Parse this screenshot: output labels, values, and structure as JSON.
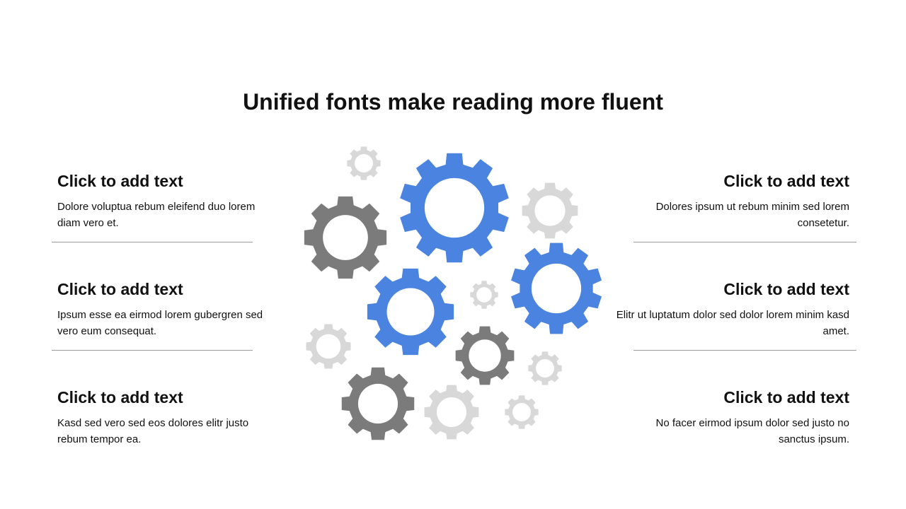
{
  "slide": {
    "title": "Unified fonts make reading more fluent"
  },
  "colors": {
    "accent_blue": "#4A84E0",
    "dark_gray": "#7B7B7B",
    "light_gray": "#D8D8D8"
  },
  "left_blocks": [
    {
      "heading": "Click to add text",
      "body": "Dolore voluptua rebum eleifend duo lorem diam vero et."
    },
    {
      "heading": "Click to add text",
      "body": "Ipsum esse ea eirmod lorem gubergren sed vero eum consequat."
    },
    {
      "heading": "Click to add text",
      "body": "Kasd sed vero sed eos dolores elitr justo rebum tempor ea."
    }
  ],
  "right_blocks": [
    {
      "heading": "Click to add text",
      "body": "Dolores ipsum ut rebum minim sed lorem consetetur."
    },
    {
      "heading": "Click to add text",
      "body": "Elitr ut luptatum dolor sed dolor lorem minim kasd amet."
    },
    {
      "heading": "Click to add text",
      "body": "No facer eirmod ipsum dolor sed justo no sanctus ipsum."
    }
  ],
  "gears": [
    {
      "icon": "gear-icon",
      "tone": "light_gray"
    },
    {
      "icon": "gear-icon",
      "tone": "accent_blue"
    },
    {
      "icon": "gear-icon",
      "tone": "light_gray"
    },
    {
      "icon": "gear-icon",
      "tone": "dark_gray"
    },
    {
      "icon": "gear-icon",
      "tone": "accent_blue"
    },
    {
      "icon": "gear-icon",
      "tone": "light_gray"
    },
    {
      "icon": "gear-icon",
      "tone": "accent_blue"
    },
    {
      "icon": "gear-icon",
      "tone": "light_gray"
    },
    {
      "icon": "gear-icon",
      "tone": "dark_gray"
    },
    {
      "icon": "gear-icon",
      "tone": "light_gray"
    },
    {
      "icon": "gear-icon",
      "tone": "dark_gray"
    },
    {
      "icon": "gear-icon",
      "tone": "light_gray"
    },
    {
      "icon": "gear-icon",
      "tone": "light_gray"
    }
  ]
}
